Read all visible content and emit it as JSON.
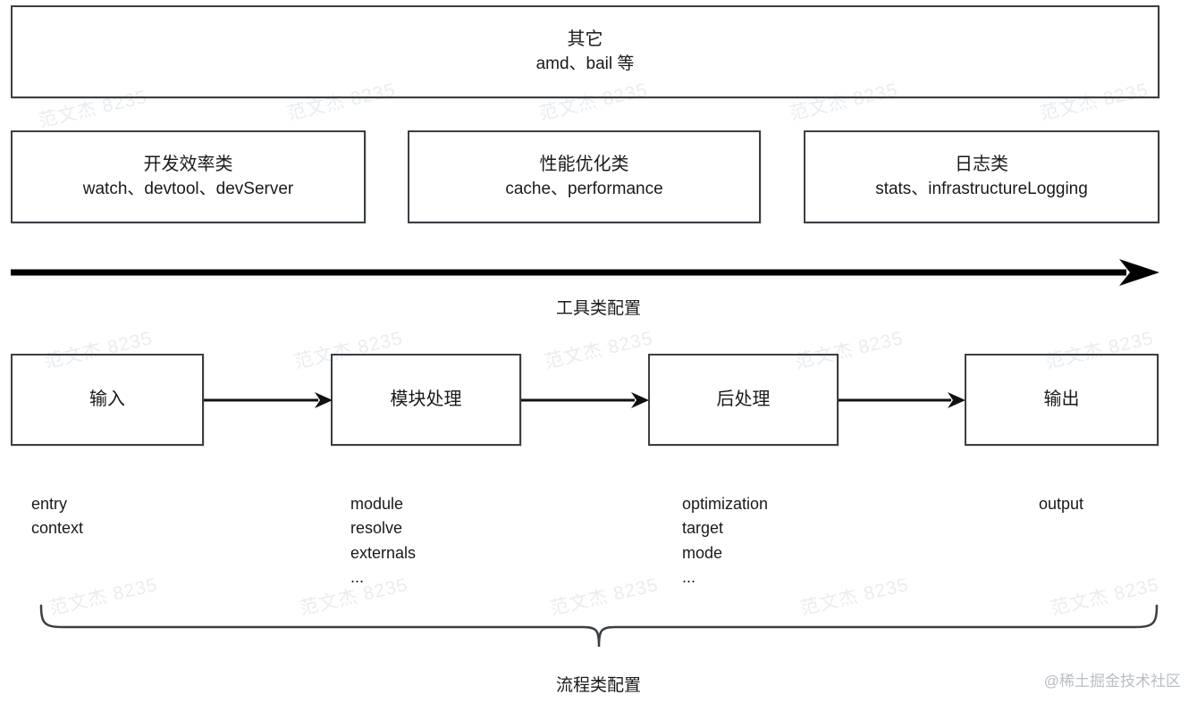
{
  "diagram": {
    "title_hidden": "webpack 配置分类图",
    "watermark": {
      "tile_text": "范文杰 8235",
      "credit": "@稀土掘金技术社区"
    },
    "other_box": {
      "heading": "其它",
      "items": "amd、bail 等"
    },
    "tool_boxes": [
      {
        "heading": "开发效率类",
        "items": "watch、devtool、devServer"
      },
      {
        "heading": "性能优化类",
        "items": "cache、performance"
      },
      {
        "heading": "日志类",
        "items": "stats、infrastructureLogging"
      }
    ],
    "tools_arrow": {
      "label": "工具类配置",
      "icon": "long-right-arrow-icon"
    },
    "flow": {
      "stages": [
        {
          "label": "输入",
          "options": "entry\ncontext",
          "align": "left"
        },
        {
          "label": "模块处理",
          "options": "module\nresolve\nexternals\n...",
          "align": "left"
        },
        {
          "label": "后处理",
          "options": "optimization\ntarget\nmode\n...",
          "align": "left"
        },
        {
          "label": "输出",
          "options": "output",
          "align": "center"
        }
      ],
      "connector_icon": "right-arrow-icon"
    },
    "brace": {
      "label": "流程类配置",
      "icon": "curly-brace-down-icon"
    },
    "colors": {
      "stroke": "#3a3f44",
      "text": "#1a1a1a",
      "arrow": "#000000",
      "watermark": "rgba(120,135,150,0.16)",
      "credit": "#b9bec4",
      "background": "#ffffff"
    }
  }
}
